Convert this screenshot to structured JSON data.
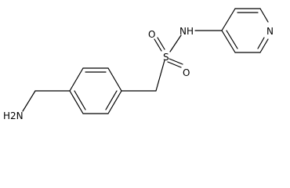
{
  "structure": {
    "atom_labels": {
      "nh2": "H2N",
      "nh": "NH",
      "s": "S",
      "o_top": "O",
      "o_bottom": "O",
      "n_ring": "N"
    }
  },
  "colors": {
    "bond": "#000000",
    "label": "#000000",
    "background": "#ffffff"
  }
}
